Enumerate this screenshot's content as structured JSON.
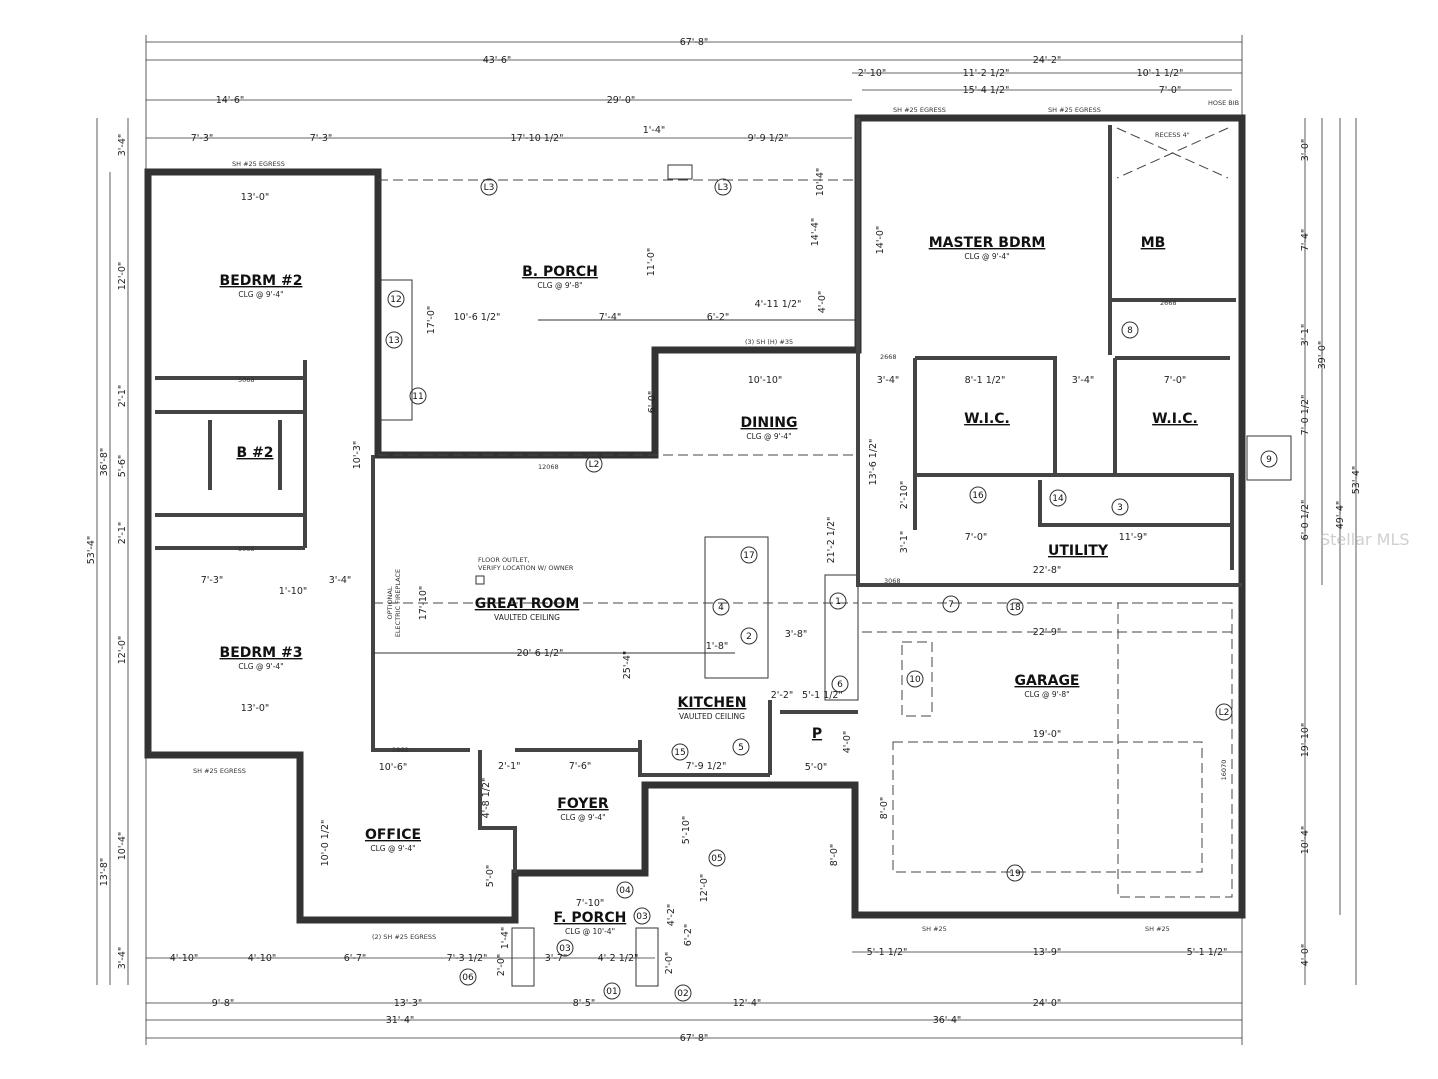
{
  "rooms": {
    "bedrm2": {
      "name": "BEDRM #2",
      "ceiling": "CLG @ 9'-4\""
    },
    "bporch": {
      "name": "B. PORCH",
      "ceiling": "CLG @ 9'-8\""
    },
    "master": {
      "name": "MASTER BDRM",
      "ceiling": "CLG @ 9'-4\""
    },
    "mb": {
      "name": "MB"
    },
    "dining": {
      "name": "DINING",
      "ceiling": "CLG @ 9'-4\""
    },
    "wic1": {
      "name": "W.I.C."
    },
    "wic2": {
      "name": "W.I.C."
    },
    "b2": {
      "name": "B #2"
    },
    "utility": {
      "name": "UTILITY"
    },
    "greatroom": {
      "name": "GREAT ROOM",
      "ceiling": "VAULTED CEILING"
    },
    "bedrm3": {
      "name": "BEDRM #3",
      "ceiling": "CLG @ 9'-4\""
    },
    "garage": {
      "name": "GARAGE",
      "ceiling": "CLG @ 9'-8\""
    },
    "kitchen": {
      "name": "KITCHEN",
      "ceiling": "VAULTED CEILING"
    },
    "pantry": {
      "name": "P"
    },
    "foyer": {
      "name": "FOYER",
      "ceiling": "CLG @ 9'-4\""
    },
    "office": {
      "name": "OFFICE",
      "ceiling": "CLG @ 9'-4\""
    },
    "fporch": {
      "name": "F. PORCH",
      "ceiling": "CLG @ 10'-4\""
    }
  },
  "dimensions": {
    "top": [
      "67'-8\"",
      "43'-6\"",
      "24'-2\"",
      "2'-10\"",
      "11'-2 1/2\"",
      "10'-1 1/2\"",
      "14'-6\"",
      "29'-0\"",
      "15'-4 1/2\"",
      "7'-0\"",
      "7'-3\"",
      "7'-3\"",
      "17'-10 1/2\"",
      "1'-4\"",
      "9'-9 1/2\""
    ],
    "bottom": [
      "5'-1 1/2\"",
      "13'-9\"",
      "5'-1 1/2\"",
      "4'-10\"",
      "4'-10\"",
      "6'-7\"",
      "7'-3 1/2\"",
      "3'-7\"",
      "4'-2 1/2\"",
      "9'-8\"",
      "13'-3\"",
      "8'-5\"",
      "12'-4\"",
      "24'-0\"",
      "31'-4\"",
      "36'-4\"",
      "67'-8\""
    ],
    "left": [
      "3'-4\"",
      "12'-0\"",
      "2'-1\"",
      "5'-6\"",
      "2'-1\"",
      "12'-0\"",
      "10'-4\"",
      "3'-4\"",
      "36'-8\"",
      "13'-8\"",
      "53'-4\""
    ],
    "right": [
      "3'-0\"",
      "7'-4\"",
      "3'-1\"",
      "7'-0 1/2\"",
      "6'-0 1/2\"",
      "19'-10\"",
      "10'-4\"",
      "4'-0\"",
      "39'-0\"",
      "49'-4\"",
      "53'-4\""
    ],
    "interior": [
      "13'-0\"",
      "13'-0\"",
      "7'-3\"",
      "3'-4\"",
      "1'-10\"",
      "10'-3\"",
      "17'-0\"",
      "10'-6 1/2\"",
      "7'-4\"",
      "6'-2\"",
      "4'-11 1/2\"",
      "11'-0\"",
      "14'-4\"",
      "10'-4\"",
      "4'-0\"",
      "6'-0\"",
      "10'-10\"",
      "3'-4\"",
      "8'-1 1/2\"",
      "3'-4\"",
      "7'-0\"",
      "14'-0\"",
      "13'-6 1/2\"",
      "2'-10\"",
      "3'-1\"",
      "7'-0\"",
      "11'-9\"",
      "22'-8\"",
      "22'-9\"",
      "19'-0\"",
      "8'-0\"",
      "8'-0\"",
      "21'-2 1/2\"",
      "17'-10\"",
      "25'-4\"",
      "20'-6 1/2\"",
      "1'-8\"",
      "3'-8\"",
      "2'-2\"",
      "5'-1 1/2\"",
      "4'-0\"",
      "5'-0\"",
      "7'-9 1/2\"",
      "10'-6\"",
      "7'-6\"",
      "2'-1\"",
      "4'-8 1/2\"",
      "10'-0 1/2\"",
      "5'-0\"",
      "5'-10\"",
      "12'-0\"",
      "4'-2\"",
      "6'-2\"",
      "2'-0\"",
      "7'-10\"",
      "1'-4\"",
      "2'-0\""
    ]
  },
  "callouts": [
    "12",
    "13",
    "11",
    "L3",
    "L3",
    "L2",
    "L2",
    "17",
    "4",
    "1",
    "2",
    "6",
    "15",
    "5",
    "8",
    "9",
    "16",
    "14",
    "3",
    "7",
    "18",
    "10",
    "19",
    "05",
    "04",
    "03",
    "03",
    "06",
    "01",
    "02"
  ],
  "notes": {
    "floor_outlet": "FLOOR OUTLET,",
    "floor_outlet2": "VERIFY LOCATION W/ OWNER",
    "fireplace1": "OPTIONAL",
    "fireplace2": "ELECTRIC FIREPLACE",
    "recess": "RECESS 4\"",
    "sh35": "(3) SH (H) #35",
    "sh25_2": "(2) SH #25 EGRESS",
    "egress": "SH #25 EGRESS",
    "sh25": "SH #25",
    "hose": "HOSE BIB",
    "door_5068": "5068",
    "door_2868": "2868",
    "door_3068": "3068",
    "door_12068": "12068",
    "door_2668": "2668",
    "door_16070": "16070"
  },
  "watermark": "Stellar MLS"
}
